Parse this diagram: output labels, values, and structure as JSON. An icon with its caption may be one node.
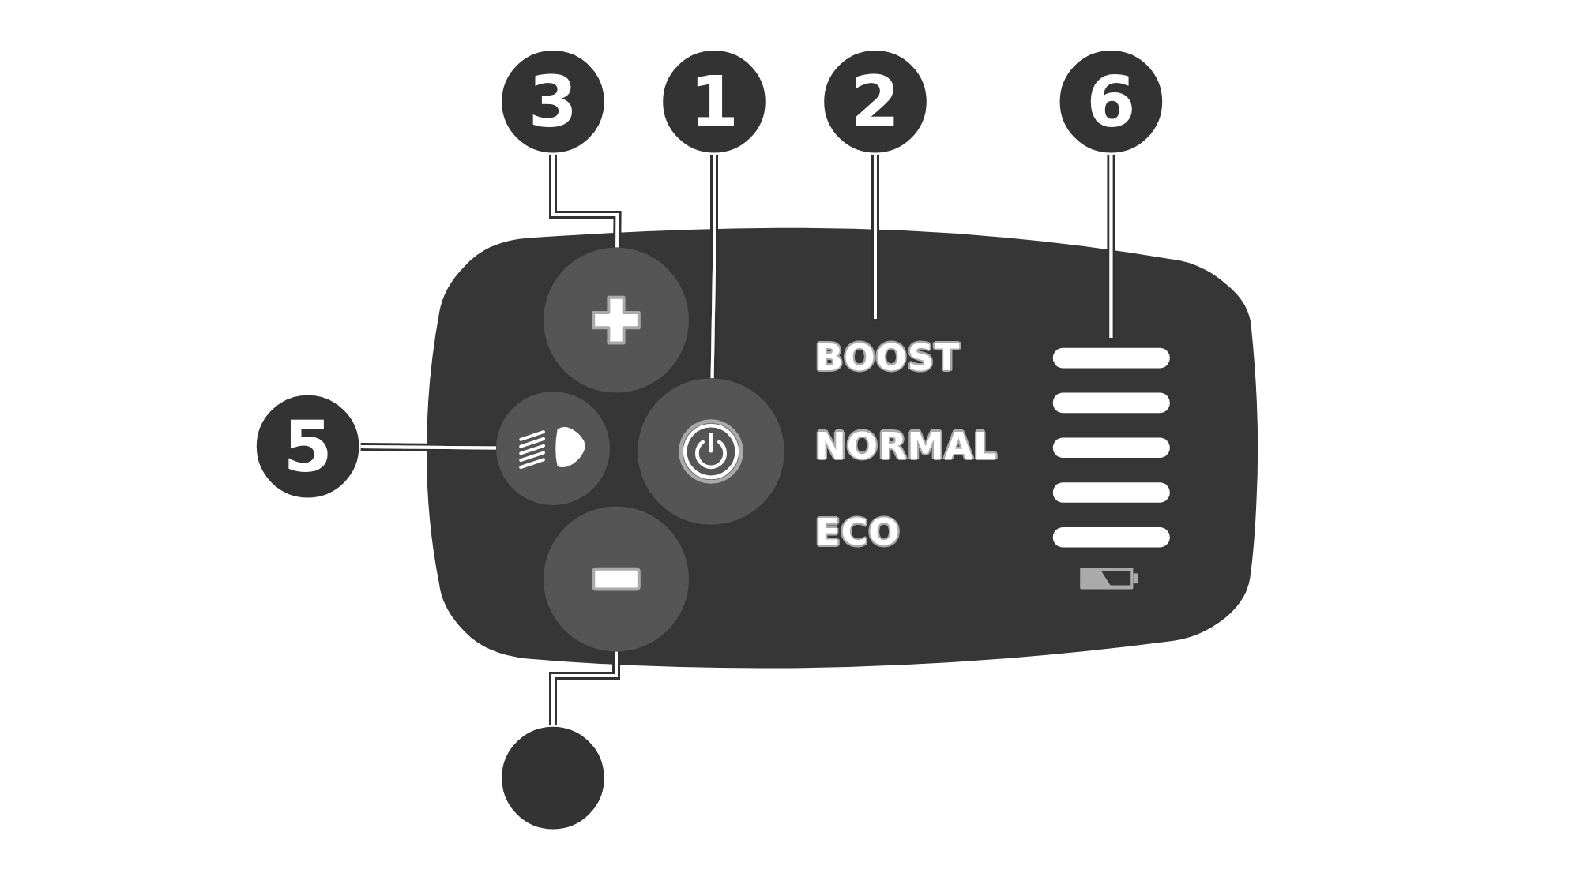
{
  "diagram": {
    "nodes": [
      {
        "text": [
          "3"
        ]
      },
      {
        "text": [
          "1"
        ]
      },
      {
        "text": [
          "2"
        ]
      },
      {
        "text": [
          "6"
        ]
      },
      {
        "text": [
          "5"
        ]
      },
      {
        "text": [],
        "shape": "circle"
      },
      {
        "text": [],
        "shape": "circle"
      },
      {
        "text": [],
        "shape": "circle"
      },
      {
        "text": [],
        "shape": "circle"
      },
      {
        "text": [],
        "shape": "circle"
      },
      {
        "text": [],
        "shape": "bar"
      }
    ],
    "edges": [
      {
        "from": 0,
        "to": 5,
        "arrow": "none"
      },
      {
        "from": 1,
        "to": 7,
        "arrow": "none"
      },
      {
        "from": 2,
        "to": null,
        "arrow": "none"
      },
      {
        "from": 3,
        "to": 10,
        "arrow": "none"
      },
      {
        "from": 4,
        "to": 6,
        "arrow": "none"
      },
      {
        "from": 9,
        "to": 8,
        "arrow": "none"
      }
    ],
    "labels": [
      "BOOST",
      "NORMAL",
      "ECO"
    ]
  }
}
